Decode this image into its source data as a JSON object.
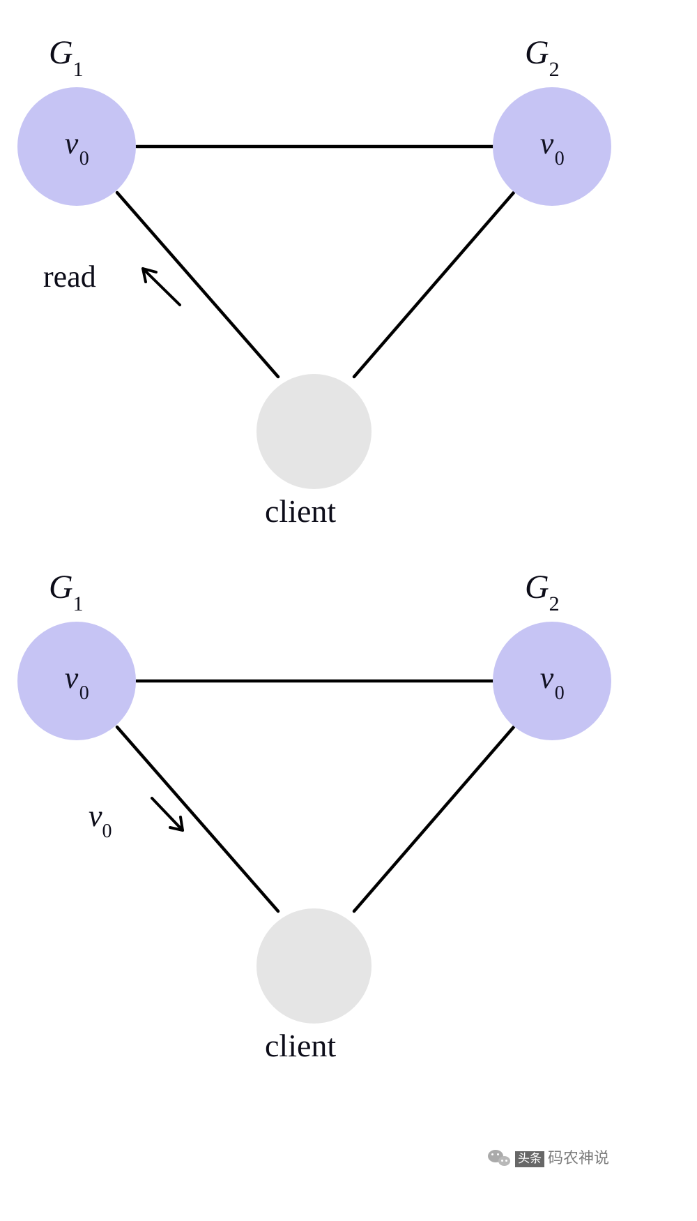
{
  "figure": {
    "type": "diagram",
    "background": "#ffffff",
    "node_fill_graph": "#c6c4f4",
    "node_fill_client": "#e5e5e5",
    "edge_color": "#000000"
  },
  "panels": [
    {
      "id": "top",
      "caption_left": "G",
      "caption_left_sub": "1",
      "caption_right": "G",
      "caption_right_sub": "2",
      "node_left": {
        "label": "v",
        "sub": "0"
      },
      "node_right": {
        "label": "v",
        "sub": "0"
      },
      "node_client": {
        "label": "client"
      },
      "edge_label": {
        "text": "read",
        "italic": false,
        "arrow": "up-left"
      }
    },
    {
      "id": "bottom",
      "caption_left": "G",
      "caption_left_sub": "1",
      "caption_right": "G",
      "caption_right_sub": "2",
      "node_left": {
        "label": "v",
        "sub": "0"
      },
      "node_right": {
        "label": "v",
        "sub": "0"
      },
      "node_client": {
        "label": "client"
      },
      "edge_label": {
        "text": "v",
        "sub": "0",
        "italic": true,
        "arrow": "down-right"
      }
    }
  ],
  "watermark": {
    "badge": "头条",
    "text": "码农神说"
  }
}
